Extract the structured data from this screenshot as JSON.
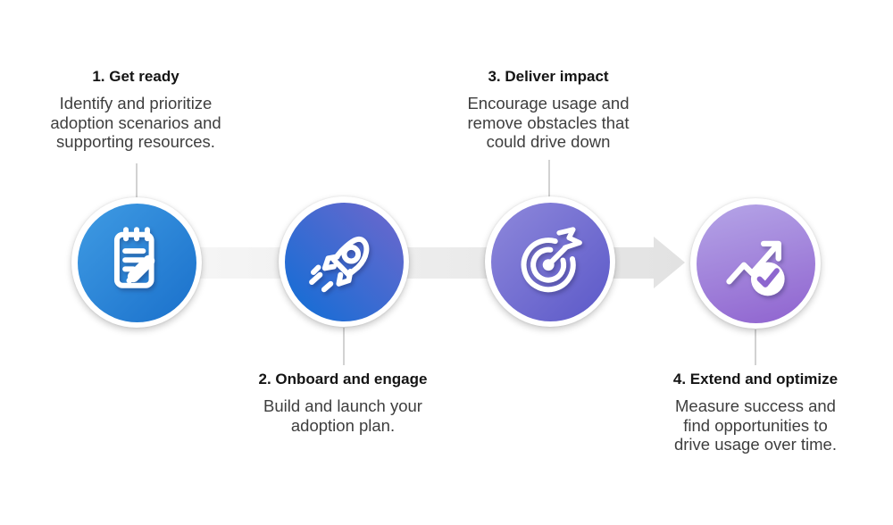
{
  "diagram": {
    "background": "#ffffff",
    "connector_color": "#d2d2d2",
    "arrow": {
      "shape": "right-arrow",
      "fill_start": "#f8f8f8",
      "fill_end": "#e2e2e2"
    },
    "steps": [
      {
        "heading": "1. Get ready",
        "description": "Identify and prioritize\nadoption scenarios and\nsupporting resources.",
        "icon": "notepad-pen-icon",
        "text_position": "above",
        "gradient": {
          "angle": "135deg",
          "from": "#3f9be3",
          "to": "#1a70cb"
        }
      },
      {
        "heading": "2. Onboard and engage",
        "description": "Build and launch your\nadoption plan.",
        "icon": "rocket-icon",
        "text_position": "below",
        "gradient": {
          "angle": "45deg",
          "from": "#0e6ed6",
          "to": "#7067cc"
        }
      },
      {
        "heading": "3. Deliver impact",
        "description": "Encourage usage and\nremove obstacles that\ncould drive down",
        "icon": "target-dart-icon",
        "text_position": "above",
        "gradient": {
          "angle": "135deg",
          "from": "#8e88db",
          "to": "#5b58c8"
        }
      },
      {
        "heading": "4. Extend and optimize",
        "description": "Measure success and\nfind opportunities to\ndrive usage over time.",
        "icon": "trend-check-icon",
        "text_position": "below",
        "gradient": {
          "angle": "165deg",
          "from": "#b5a5e7",
          "to": "#8f63cf"
        },
        "check_color": "#8d66cf"
      }
    ]
  }
}
